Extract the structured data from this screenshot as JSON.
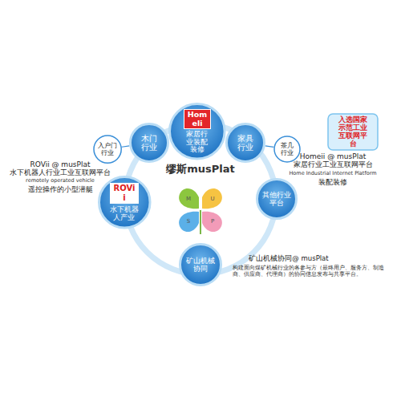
{
  "diagram": {
    "nodes": [
      {
        "text": [
          "入户门行业"
        ]
      },
      {
        "text": [
          "木门行业"
        ]
      },
      {
        "text": [
          "Homeli",
          "家居行业装配装修"
        ]
      },
      {
        "text": [
          "家具行业"
        ]
      },
      {
        "text": [
          "茶几行业"
        ]
      },
      {
        "text": [
          "ROVii",
          "水下机器人产业"
        ]
      },
      {
        "text": [
          "其他行业平台"
        ]
      },
      {
        "text": [
          "矿山机械协同"
        ]
      },
      {
        "text": [
          "入选国家示范工业互联网平台"
        ]
      }
    ],
    "edges": [
      {
        "from": 0,
        "to": 1,
        "arrow": "none"
      },
      {
        "from": 4,
        "to": 3,
        "arrow": "none"
      }
    ],
    "labels": [
      "缪斯musPlat",
      "M",
      "U",
      "S",
      "P",
      "ROVii @ musPlat",
      "水下机器人行业工业互联网平台",
      "remotely operated vehicle",
      "遥控操作的小型潜艇",
      "Homeii @ musPlat",
      "家居行业工业互联网平台",
      "Home Industrial Internet Platform",
      "装配装修",
      "矿山机械协同@ musPlat",
      "构建面向煤矿机械行业的各参与方（最终用户、服务方、制造商、供应商、代理商）的协同信息发布与共享平台。"
    ]
  }
}
